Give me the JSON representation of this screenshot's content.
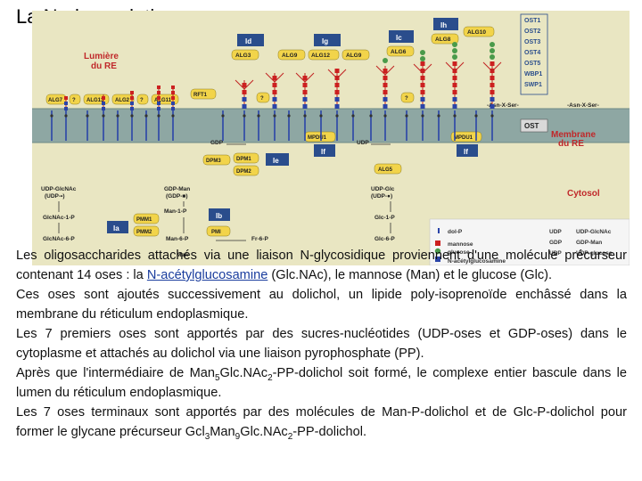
{
  "title": "La N-glycosylation",
  "figure": {
    "lumen_label": [
      "Lumière",
      "du RE"
    ],
    "membrane_label": [
      "Membrane",
      "du RE"
    ],
    "cytosol_label": "Cytosol",
    "ost_label": "OST",
    "ost_list": [
      "OST1",
      "OST2",
      "OST3",
      "OST4",
      "OST5",
      "WBP1",
      "SWP1"
    ],
    "step_boxes": [
      "Id",
      "Ig",
      "Ic",
      "Ih",
      "Ie",
      "If",
      "If",
      "Ib",
      "Ia"
    ],
    "enzymes_top": [
      "ALG3",
      "ALG9",
      "ALG12",
      "ALG9",
      "ALG6",
      "ALG8",
      "ALG10"
    ],
    "enzymes_membrane": [
      "ALG7",
      "?",
      "ALG13",
      "ALG2",
      "?",
      "ALG11",
      "RFT1",
      "?",
      "?"
    ],
    "cyto_enzymes": [
      "DPM3",
      "DPM1",
      "DPM2",
      "MPDU1",
      "MPDU1",
      "ALG5",
      "PMM1",
      "PMM2",
      "PMI"
    ],
    "sequon": [
      "-Asn-X-Ser-",
      "-Asn-X-Ser-"
    ],
    "cyto_labels": {
      "udp_glcnac": [
        "UDP-GlcNAc",
        "(UDP-•)"
      ],
      "gdp_man": [
        "GDP-Man",
        "(GDP-■)"
      ],
      "udp_glc": [
        "UDP-Glc",
        "(UDP-●)"
      ],
      "glcnac1p": "GlcNAc-1-P",
      "glcnac6p": "GlcNAc-6-P",
      "man1p": "Man-1-P",
      "man6p": "Man-6-P",
      "fru6p": "Fr-6-P",
      "glc1p": "Glc-1-P",
      "glc6p": "Glc-6-P",
      "gdp": "GDP",
      "udp": "UDP",
      "man": "Man"
    },
    "legend": {
      "left": [
        "dol-P",
        "mannose",
        "glucose",
        "N-acétylglucosamine"
      ],
      "right": [
        "UDP-GlcNAc",
        "GDP-Man",
        "UDP-glucose"
      ],
      "right_prefix": [
        "UDP",
        "GDP",
        "UDP"
      ]
    },
    "colors": {
      "background": "#e9e6c2",
      "membrane": "#8ea7a3",
      "box": "#2a4d8c",
      "enzyme_yellow": "#f2d44a",
      "red_label": "#c0282a",
      "glucose_green": "#4a9a4a",
      "mannose_red": "#cc2020",
      "glcnac_blue": "#2a44a8"
    }
  },
  "body": {
    "p1_before": "Les oligosaccharides attachés via une liaison N-glycosidique proviennent d'une molécule précurseur contenant 14 oses : la ",
    "p1_link": "N-acétylglucosamine",
    "p1_after": " (Glc.NAc), le mannose (Man) et le glucose (Glc).",
    "p2": "Ces oses sont ajoutés successivement au dolichol, un lipide poly-isoprenoïde enchâssé dans la membrane du réticulum endoplasmique.",
    "p3": "Les 7 premiers oses sont apportés par des sucres-nucléotides (UDP-oses et GDP-oses) dans le cytoplasme et attachés au dolichol via une liaison pyrophosphate (PP).",
    "p4_a": "Après que l'intermédiaire de Man",
    "p4_sub1": "5",
    "p4_b": "Glc.NAc",
    "p4_sub2": "2",
    "p4_c": "-PP-dolichol soit formé, le complexe entier bascule dans le lumen du réticulum endoplasmique.",
    "p5_a": "Les 7 oses terminaux sont apportés par des molécules de Man-P-dolichol et de Glc-P-dolichol pour former le glycane précurseur Gcl",
    "p5_sub1": "3",
    "p5_b": "Man",
    "p5_sub2": "9",
    "p5_c": "Glc.NAc",
    "p5_sub3": "2",
    "p5_d": "-PP-dolichol."
  }
}
